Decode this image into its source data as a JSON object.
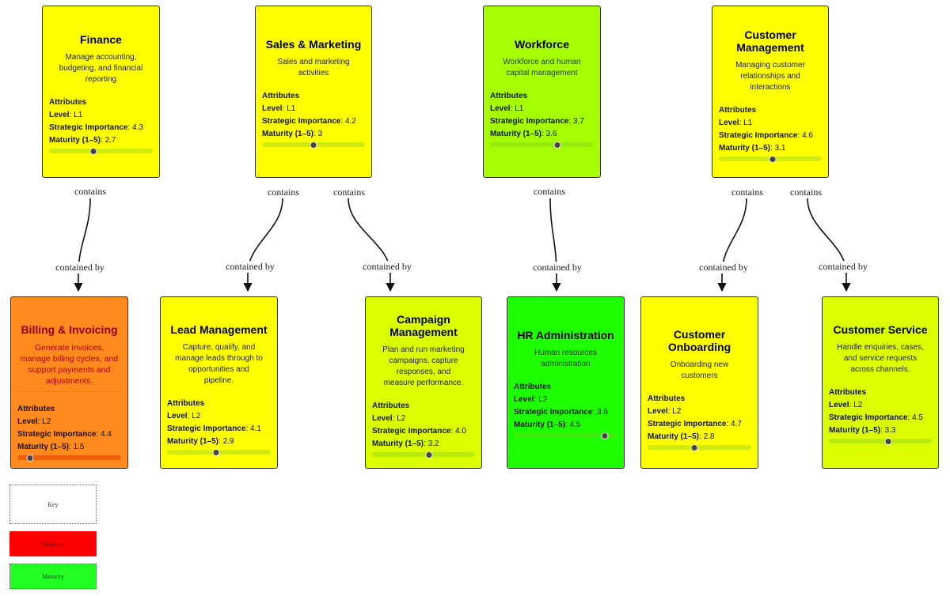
{
  "colors": {
    "yellow": "#ffff00",
    "lime": "#a6ff00",
    "green": "#1eff00",
    "orange": "#ff8a1e",
    "yellow_green": "#dcff00",
    "red": "#ff0000",
    "legend_green": "#22ff22"
  },
  "labels": {
    "attributes": "Attributes",
    "level": "Level",
    "importance": "Strategic Importance",
    "maturity": "Maturity (1–5)",
    "contains": "contains",
    "contained_by": "contained by"
  },
  "legend": {
    "key": "Key",
    "low": "Maturity",
    "high": "Maturity"
  },
  "nodes": [
    {
      "id": "finance",
      "name": "Finance",
      "desc": "Manage accounting, budgeting, and financial reporting",
      "level": "L1",
      "importance": "4.3",
      "maturity": "2.7",
      "maturity_fraction": 0.425,
      "fill": "#ffff00"
    },
    {
      "id": "sales",
      "name": "Sales & Marketing",
      "desc": "Sales and marketing activities",
      "level": "L1",
      "importance": "4.2",
      "maturity": "3",
      "maturity_fraction": 0.5,
      "fill": "#ffff00"
    },
    {
      "id": "workforce",
      "name": "Workforce",
      "desc": "Workforce and human capital management",
      "level": "L1",
      "importance": "3.7",
      "maturity": "3.6",
      "maturity_fraction": 0.65,
      "fill": "#a6ff00"
    },
    {
      "id": "customer-mgmt",
      "name": "Customer Management",
      "desc": "Managing customer relationships and interactions",
      "level": "L1",
      "importance": "4.6",
      "maturity": "3.1",
      "maturity_fraction": 0.525,
      "fill": "#ffff00"
    },
    {
      "id": "billing",
      "name": "Billing & Invoicing",
      "desc": "Generate invoices, manage billing cycles, and support payments and adjustments.",
      "level": "L2",
      "importance": "4.4",
      "maturity": "1.5",
      "maturity_fraction": 0.125,
      "fill": "#ff8a1e"
    },
    {
      "id": "lead",
      "name": "Lead Management",
      "desc": "Capture, qualify, and manage leads through to opportunities and pipeline.",
      "level": "L2",
      "importance": "4.1",
      "maturity": "2.9",
      "maturity_fraction": 0.475,
      "fill": "#ffff00"
    },
    {
      "id": "campaign",
      "name": "Campaign Management",
      "desc": "Plan and run marketing campaigns, capture responses, and measure performance.",
      "level": "L2",
      "importance": "4.0",
      "maturity": "3.2",
      "maturity_fraction": 0.55,
      "fill": "#dcff00"
    },
    {
      "id": "hr",
      "name": "HR Administration",
      "desc": "Human resources administration",
      "level": "L2",
      "importance": "3.6",
      "maturity": "4.5",
      "maturity_fraction": 0.875,
      "fill": "#1eff00"
    },
    {
      "id": "onboarding",
      "name": "Customer Onboarding",
      "desc": "Onboarding new customers",
      "level": "L2",
      "importance": "4.7",
      "maturity": "2.8",
      "maturity_fraction": 0.45,
      "fill": "#ffff00"
    },
    {
      "id": "service",
      "name": "Customer Service",
      "desc": "Handle enquiries, cases, and service requests across channels.",
      "level": "L2",
      "importance": "4.5",
      "maturity": "3.3",
      "maturity_fraction": 0.575,
      "fill": "#dcff00"
    }
  ],
  "edges": [
    {
      "from": "finance",
      "to": "billing"
    },
    {
      "from": "sales",
      "to": "lead"
    },
    {
      "from": "sales",
      "to": "campaign"
    },
    {
      "from": "workforce",
      "to": "hr"
    },
    {
      "from": "customer-mgmt",
      "to": "onboarding"
    },
    {
      "from": "customer-mgmt",
      "to": "service"
    }
  ]
}
